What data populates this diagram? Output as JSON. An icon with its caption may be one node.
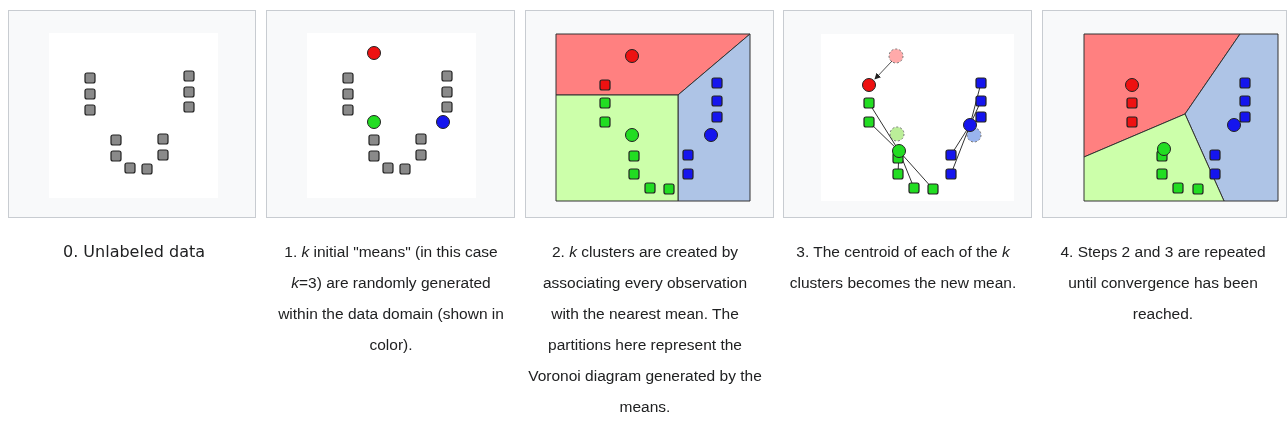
{
  "diagram": {
    "nodes": [
      {
        "text": [],
        "shape": "picture",
        "beside": [
          "0. Unlabeled data"
        ]
      },
      {
        "text": [],
        "shape": "picture",
        "beside": [
          "1. *k* initial \"means\" (in this case *k*=3) are randomly generated within the data domain (shown in color)."
        ]
      },
      {
        "text": [],
        "shape": "picture",
        "beside": [
          "2. *k* clusters are created by associating every observation with the nearest mean. The partitions here represent the Voronoi diagram generated by the means."
        ]
      },
      {
        "text": [],
        "shape": "picture",
        "beside": [
          "3. The centroid of each of the *k* clusters becomes the new mean."
        ]
      },
      {
        "text": [],
        "shape": "picture",
        "beside": [
          "4. Steps 2 and 3 are repeated until convergence has been reached."
        ]
      }
    ]
  }
}
